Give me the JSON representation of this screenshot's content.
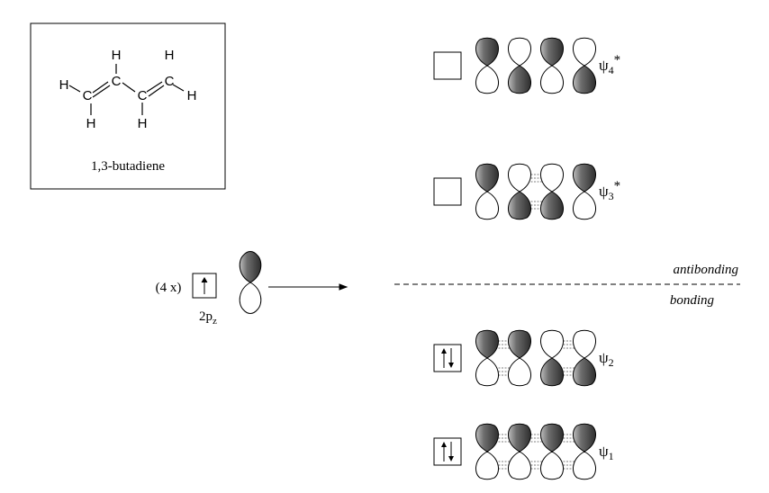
{
  "molecule": {
    "atoms": [
      "H",
      "H",
      "C",
      "C",
      "H",
      "C",
      "C",
      "H",
      "H",
      "H"
    ],
    "name": "1,3-butadiene"
  },
  "atomic_orbital": {
    "multiplier": "(4 x)",
    "label_main": "2p",
    "label_sub": "z"
  },
  "regions": {
    "upper": "antibonding",
    "lower": "bonding"
  },
  "levels": [
    {
      "symbol": "ψ",
      "index": "4",
      "star": "*",
      "electrons": 0,
      "lobe_shading": [
        "up",
        "down",
        "up",
        "down"
      ]
    },
    {
      "symbol": "ψ",
      "index": "3",
      "star": "*",
      "electrons": 0,
      "lobe_shading": [
        "up",
        "down",
        "down",
        "up"
      ]
    },
    {
      "symbol": "ψ",
      "index": "2",
      "star": "",
      "electrons": 2,
      "lobe_shading": [
        "up",
        "up",
        "down",
        "down"
      ]
    },
    {
      "symbol": "ψ",
      "index": "1",
      "star": "",
      "electrons": 2,
      "lobe_shading": [
        "up",
        "up",
        "up",
        "up"
      ]
    }
  ],
  "colors": {
    "shade_dark": "#3a3a3a",
    "shade_light": "#bdbdbd",
    "line": "#000000"
  }
}
